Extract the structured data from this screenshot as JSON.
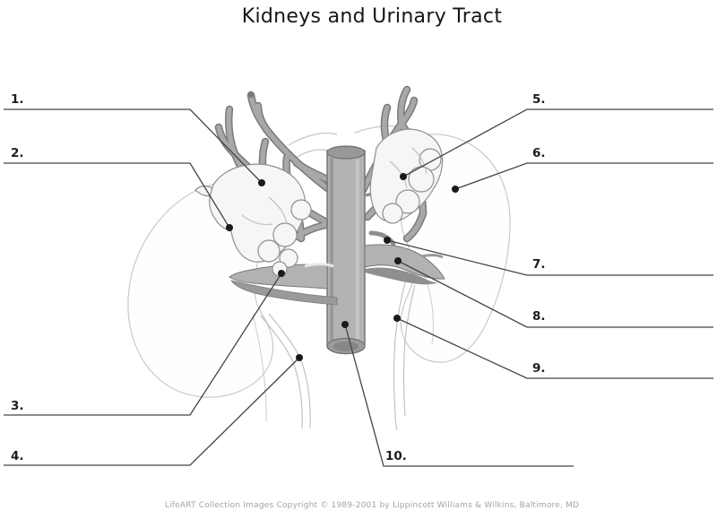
{
  "title": "Kidneys and Urinary Tract",
  "footer": "LifeART Collection Images Copyright © 1989-2001 by Lippincott Williams & Wilkins, Baltimore, MD",
  "labels": [
    {
      "number": "1."
    },
    {
      "number": "2."
    },
    {
      "number": "3."
    },
    {
      "number": "4."
    },
    {
      "number": "5."
    },
    {
      "number": "6."
    },
    {
      "number": "7."
    },
    {
      "number": "8."
    },
    {
      "number": "9."
    },
    {
      "number": "10."
    }
  ],
  "colors": {
    "leader_line": "#444444",
    "target_dot": "#1a1a1a",
    "vessel_fill": "#b3b3b3",
    "vessel_shadow": "#8f8f8f",
    "vessel_outline": "#6f6f6f",
    "branch_fill": "#a8a8a8",
    "branch_outline": "#7a7a7a",
    "adrenal_fill": "#f6f6f6",
    "adrenal_outline": "#8f8f8f",
    "kidney_outline": "#c9c9c9",
    "title_text": "#161616",
    "footer_text": "#a3a3a3"
  }
}
